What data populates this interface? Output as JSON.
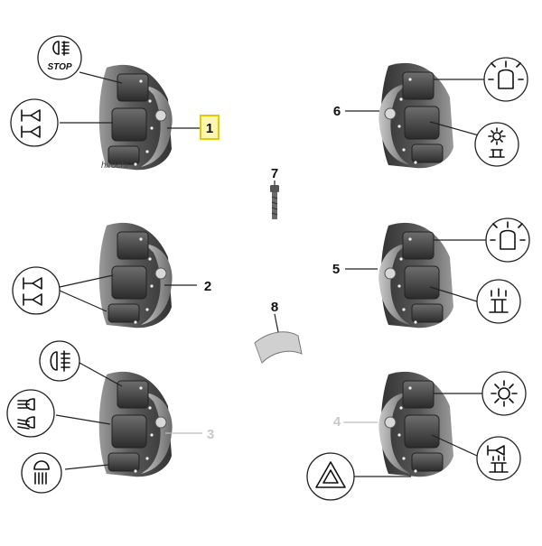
{
  "watermark": "hirochi",
  "stop_label": "STOP",
  "parts": [
    {
      "id": "1",
      "label": "1",
      "highlighted": true
    },
    {
      "id": "2",
      "label": "2"
    },
    {
      "id": "3",
      "label": "3",
      "dim": true
    },
    {
      "id": "4",
      "label": "4",
      "dim": true
    },
    {
      "id": "5",
      "label": "5"
    },
    {
      "id": "6",
      "label": "6"
    },
    {
      "id": "7",
      "label": "7"
    },
    {
      "id": "8",
      "label": "8"
    }
  ],
  "colors": {
    "highlight_border": "#e8c800",
    "highlight_fill": "#fff7b0",
    "switch_body": "#4a4a4a",
    "switch_light": "#8a8a8a",
    "dim_number": "#c9c9c9"
  },
  "icons": [
    "fog-light-icon",
    "horn-icon",
    "hazard-warning-icon",
    "high-beam-icon",
    "low-beam-icon",
    "parking-light-icon",
    "tail-light-icon",
    "headlight-sun-icon"
  ]
}
